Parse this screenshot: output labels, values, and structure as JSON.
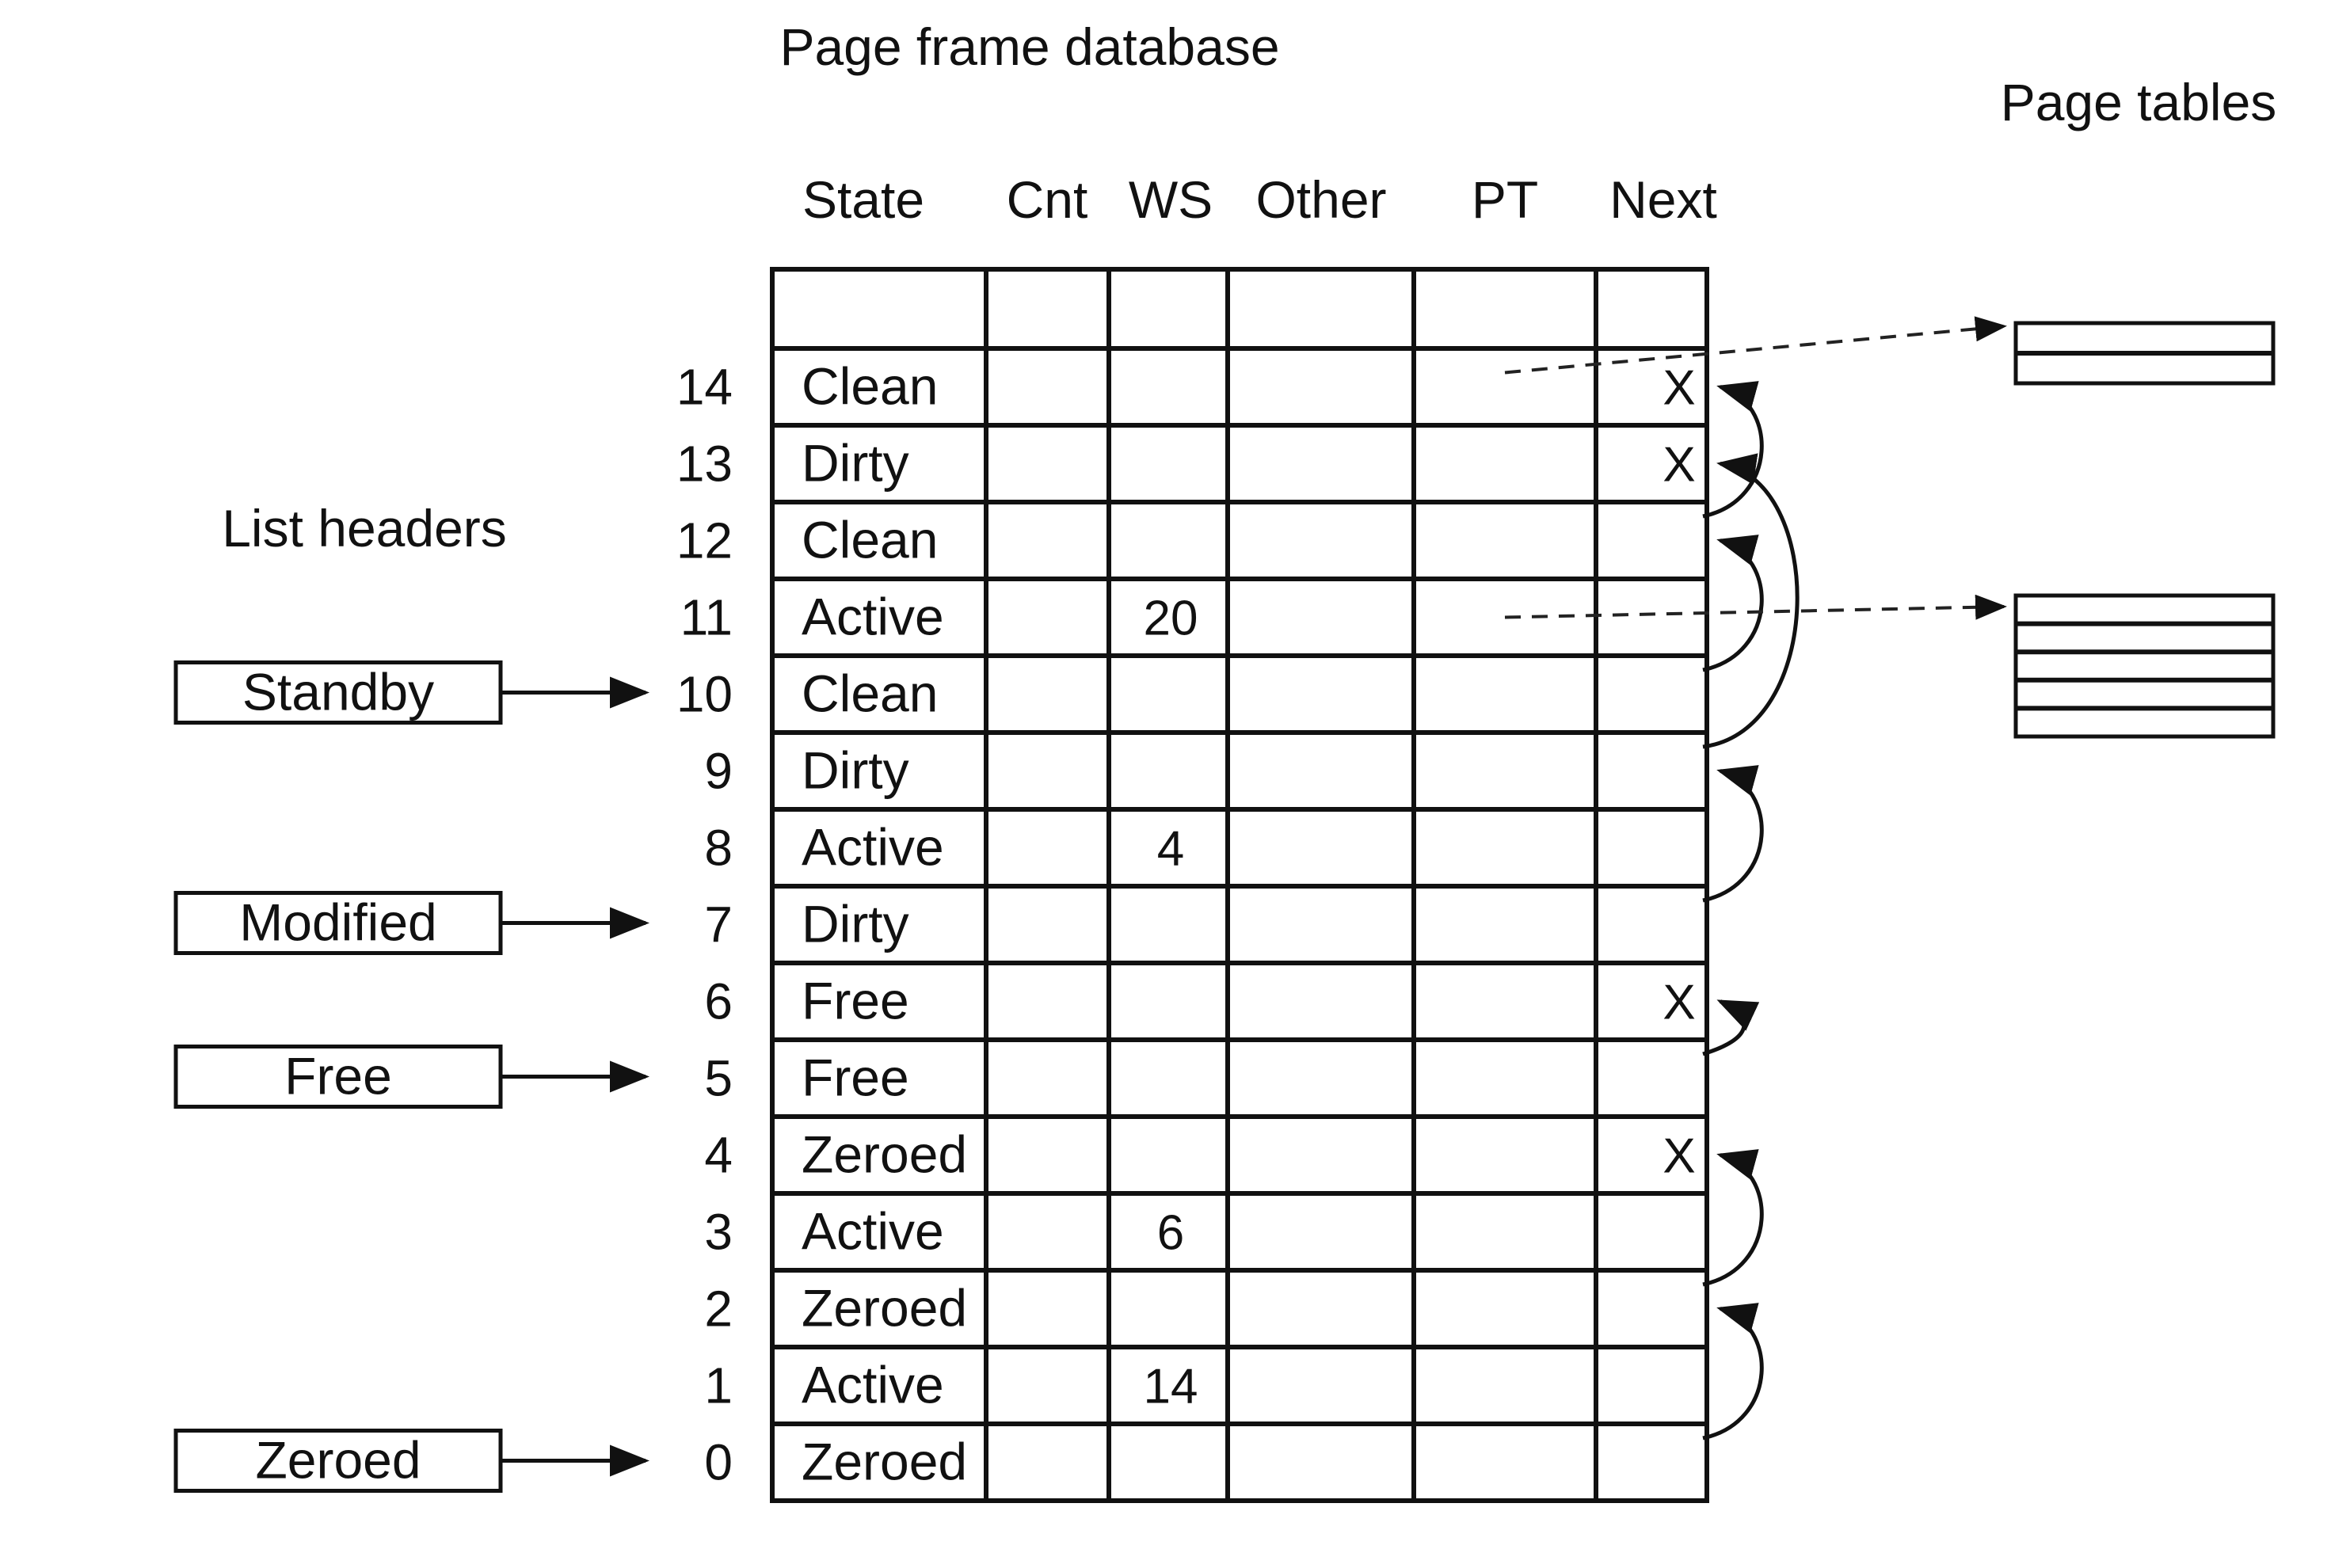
{
  "title": "Page frame database",
  "page_tables_label": "Page tables",
  "list_headers_label": "List headers",
  "columns": [
    "State",
    "Cnt",
    "WS",
    "Other",
    "PT",
    "Next"
  ],
  "rows": [
    {
      "num": "14",
      "state": "Clean",
      "ws": "",
      "next": "X"
    },
    {
      "num": "13",
      "state": "Dirty",
      "ws": "",
      "next": "X"
    },
    {
      "num": "12",
      "state": "Clean",
      "ws": "",
      "next": ""
    },
    {
      "num": "11",
      "state": "Active",
      "ws": "20",
      "next": ""
    },
    {
      "num": "10",
      "state": "Clean",
      "ws": "",
      "next": ""
    },
    {
      "num": "9",
      "state": "Dirty",
      "ws": "",
      "next": ""
    },
    {
      "num": "8",
      "state": "Active",
      "ws": "4",
      "next": ""
    },
    {
      "num": "7",
      "state": "Dirty",
      "ws": "",
      "next": ""
    },
    {
      "num": "6",
      "state": "Free",
      "ws": "",
      "next": "X"
    },
    {
      "num": "5",
      "state": "Free",
      "ws": "",
      "next": ""
    },
    {
      "num": "4",
      "state": "Zeroed",
      "ws": "",
      "next": "X"
    },
    {
      "num": "3",
      "state": "Active",
      "ws": "6",
      "next": ""
    },
    {
      "num": "2",
      "state": "Zeroed",
      "ws": "",
      "next": ""
    },
    {
      "num": "1",
      "state": "Active",
      "ws": "14",
      "next": ""
    },
    {
      "num": "0",
      "state": "Zeroed",
      "ws": "",
      "next": ""
    }
  ],
  "list_headers": [
    "Standby",
    "Modified",
    "Free",
    "Zeroed"
  ],
  "list_header_targets": [
    "10",
    "7",
    "5",
    "0"
  ],
  "next_links": [
    {
      "from": "12",
      "to": "14"
    },
    {
      "from": "9",
      "to": "13"
    },
    {
      "from": "10",
      "to": "12"
    },
    {
      "from": "7",
      "to": "9"
    },
    {
      "from": "5",
      "to": "6"
    },
    {
      "from": "2",
      "to": "4"
    },
    {
      "from": "0",
      "to": "2"
    }
  ],
  "page_table_links": [
    {
      "from": "14",
      "table_entries": 2
    },
    {
      "from": "11",
      "table_entries": 5
    }
  ],
  "colors": {
    "ink": "#111111",
    "background": "#ffffff"
  }
}
